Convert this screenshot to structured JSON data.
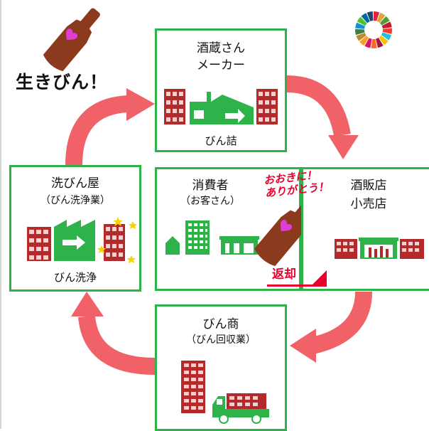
{
  "title": "生きびん！",
  "thanks_line1": "おおきに！",
  "thanks_line2": "ありがとう！",
  "return_label": "返却",
  "boxes": {
    "brewery": {
      "line1": "酒蔵さん",
      "line2": "メーカー",
      "caption": "びん詰"
    },
    "washer": {
      "line1": "洗びん屋",
      "line2": "（びん洗浄業）",
      "caption": "びん洗浄"
    },
    "consumer": {
      "line1": "消費者",
      "line2": "（お客さん）"
    },
    "retailer": {
      "line1": "酒販店",
      "line2": "小売店"
    },
    "collector": {
      "line1": "びん商",
      "line2": "（びん回収業）"
    }
  },
  "colors": {
    "green": "#2db34a",
    "arrow": "#f06268",
    "bottle": "#8b3a1e",
    "crate": "#b22a2a",
    "accent": "#e8002d"
  }
}
